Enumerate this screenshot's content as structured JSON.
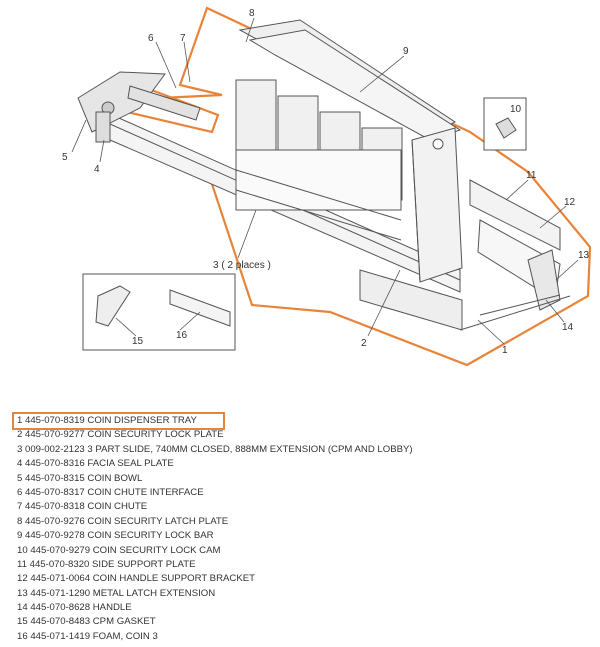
{
  "colors": {
    "highlight": "#e8843a",
    "line": "#555555",
    "text": "#333333"
  },
  "callouts": [
    {
      "id": "c1",
      "label": "1"
    },
    {
      "id": "c2",
      "label": "2"
    },
    {
      "id": "c3",
      "label": "3 ( 2 places )"
    },
    {
      "id": "c4",
      "label": "4"
    },
    {
      "id": "c5",
      "label": "5"
    },
    {
      "id": "c6",
      "label": "6"
    },
    {
      "id": "c7",
      "label": "7"
    },
    {
      "id": "c8",
      "label": "8"
    },
    {
      "id": "c9",
      "label": "9"
    },
    {
      "id": "c10",
      "label": "10"
    },
    {
      "id": "c11",
      "label": "11"
    },
    {
      "id": "c12",
      "label": "12"
    },
    {
      "id": "c13",
      "label": "13"
    },
    {
      "id": "c14",
      "label": "14"
    },
    {
      "id": "c15",
      "label": "15"
    },
    {
      "id": "c16",
      "label": "16"
    }
  ],
  "parts": [
    {
      "text": "1 445-070-8319 COIN DISPENSER TRAY",
      "highlighted": true
    },
    {
      "text": "2 445-070-9277 COIN SECURITY LOCK PLATE",
      "highlighted": false
    },
    {
      "text": "3 009-002-2123 3 PART SLIDE, 740MM CLOSED, 888MM EXTENSION (CPM AND LOBBY)",
      "highlighted": false
    },
    {
      "text": "4 445-070-8316 FACIA SEAL PLATE",
      "highlighted": false
    },
    {
      "text": "5 445-070-8315 COIN BOWL",
      "highlighted": false
    },
    {
      "text": "6 445-070-8317 COIN CHUTE INTERFACE",
      "highlighted": false
    },
    {
      "text": "7 445-070-8318 COIN CHUTE",
      "highlighted": false
    },
    {
      "text": "8 445-070-9276 COIN SECURITY LATCH PLATE",
      "highlighted": false
    },
    {
      "text": "9 445-070-9278 COIN SECURITY LOCK BAR",
      "highlighted": false
    },
    {
      "text": "10 445-070-9279 COIN SECURITY LOCK CAM",
      "highlighted": false
    },
    {
      "text": "11 445-070-8320 SIDE SUPPORT PLATE",
      "highlighted": false
    },
    {
      "text": "12 445-071-0064 COIN HANDLE SUPPORT BRACKET",
      "highlighted": false
    },
    {
      "text": "13 445-071-1290 METAL LATCH EXTENSION",
      "highlighted": false
    },
    {
      "text": "14 445-070-8628 HANDLE",
      "highlighted": false
    },
    {
      "text": "15 445-070-8483 CPM GASKET",
      "highlighted": false
    },
    {
      "text": "16 445-071-1419 FOAM, COIN 3",
      "highlighted": false
    }
  ]
}
